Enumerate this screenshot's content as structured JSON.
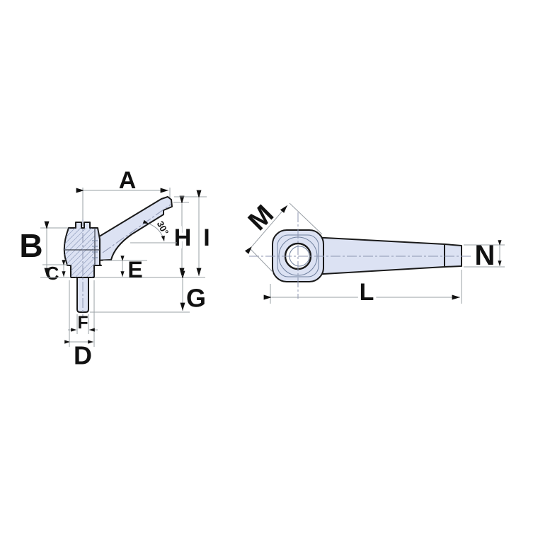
{
  "drawing": {
    "description": "Dimensioned technical drawing of an adjustable clamping lever with threaded stud: side view (left) and top view (right)",
    "labels": {
      "A": "A",
      "B": "B",
      "C": "C",
      "D": "D",
      "E": "E",
      "F": "F",
      "G": "G",
      "H": "H",
      "I": "I",
      "L": "L",
      "M": "M",
      "N": "N",
      "angle": "30°"
    },
    "views": {
      "side_view_dimensions": [
        "A",
        "B",
        "C",
        "D",
        "E",
        "F",
        "G",
        "H",
        "I",
        "30°"
      ],
      "top_view_dimensions": [
        "M",
        "L",
        "N"
      ]
    },
    "colors": {
      "background": "#ffffff",
      "part_fill": "#dce2f3",
      "outline": "#1a1a1a",
      "detail_line": "#70819f",
      "centerline": "#8d95b2",
      "dimension_line": "#9aa0a6",
      "arrow": "#111111",
      "label": "#111111"
    }
  }
}
